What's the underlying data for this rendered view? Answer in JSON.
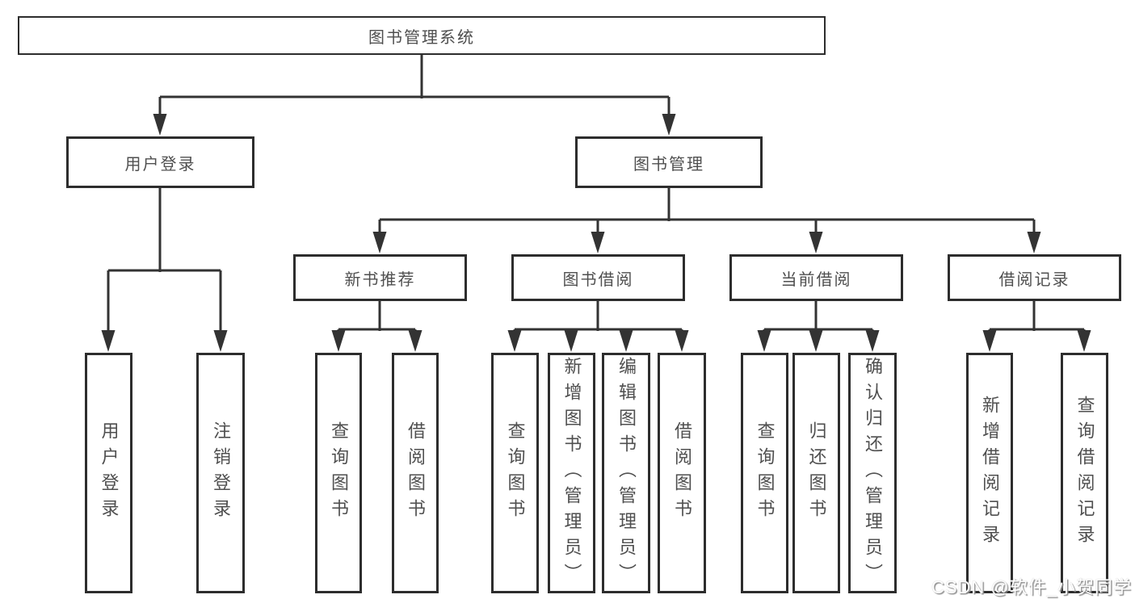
{
  "diagram": {
    "root": {
      "label": "图书管理系统"
    },
    "branches": [
      {
        "label": "用户登录",
        "children": [
          {
            "label": "用户登录"
          },
          {
            "label": "注销登录"
          }
        ]
      },
      {
        "label": "图书管理",
        "children": [
          {
            "label": "新书推荐",
            "children": [
              {
                "label": "查询图书"
              },
              {
                "label": "借阅图书"
              }
            ]
          },
          {
            "label": "图书借阅",
            "children": [
              {
                "label": "查询图书"
              },
              {
                "label": "新增图书（管理员）"
              },
              {
                "label": "编辑图书（管理员）"
              },
              {
                "label": "借阅图书"
              }
            ]
          },
          {
            "label": "当前借阅",
            "children": [
              {
                "label": "查询图书"
              },
              {
                "label": "归还图书"
              },
              {
                "label": "确认归还（管理员）"
              }
            ]
          },
          {
            "label": "借阅记录",
            "children": [
              {
                "label": "新增借阅记录"
              },
              {
                "label": "查询借阅记录"
              }
            ]
          }
        ]
      }
    ]
  },
  "watermark": {
    "text": "CSDN @软件_小贺同学"
  },
  "colors": {
    "line": "#333333",
    "border": "#2d2d2d",
    "text": "#4f4f4f",
    "background": "#ffffff"
  }
}
